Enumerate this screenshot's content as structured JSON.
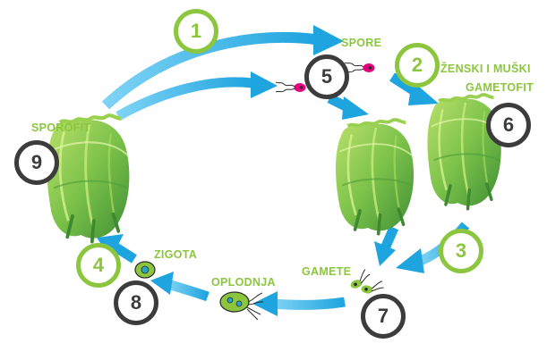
{
  "colors": {
    "label_green": "#8cc63f",
    "arrow_blue": "#29abe2",
    "badge_dark": "#3c3c3c",
    "spore_pink": "#e6007e",
    "gamete_green": "#8cc63f"
  },
  "labels": {
    "spore": "SPORE",
    "gametophyte_line1": "ŽENSKI I MUŠKI",
    "gametophyte_line2": "GAMETOFIT",
    "sporophyte": "SPOROFIT",
    "zygote": "ZIGOTA",
    "fertilization": "OPLODNJA",
    "gametes": "GAMETE"
  },
  "steps": [
    {
      "number": "1",
      "style": "green"
    },
    {
      "number": "2",
      "style": "green"
    },
    {
      "number": "3",
      "style": "green"
    },
    {
      "number": "4",
      "style": "green"
    },
    {
      "number": "5",
      "style": "dark"
    },
    {
      "number": "6",
      "style": "dark"
    },
    {
      "number": "7",
      "style": "dark"
    },
    {
      "number": "8",
      "style": "dark"
    },
    {
      "number": "9",
      "style": "dark"
    }
  ],
  "icons": [
    "sea-lettuce-icon",
    "spore-icon",
    "gamete-icon",
    "zygote-icon"
  ]
}
